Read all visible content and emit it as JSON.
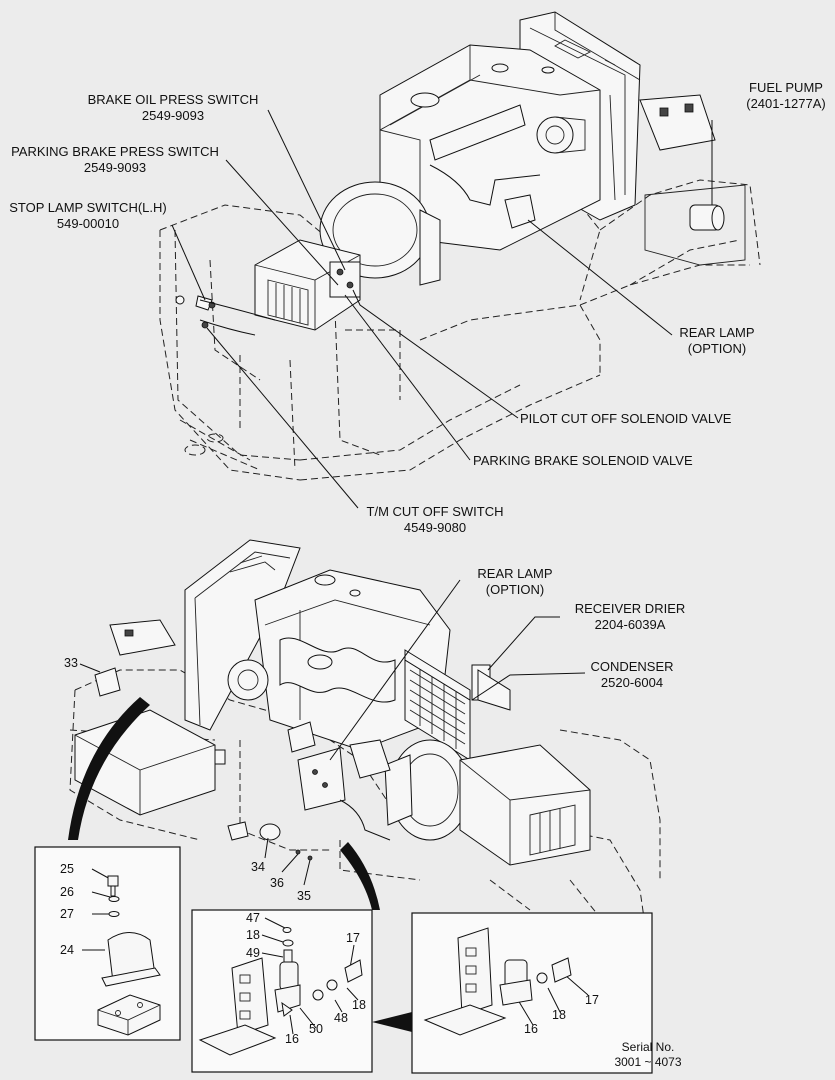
{
  "top_labels": {
    "brake_oil_press_switch": {
      "name": "BRAKE OIL PRESS SWITCH",
      "part": "2549-9093"
    },
    "parking_brake_press_switch": {
      "name": "PARKING BRAKE PRESS SWITCH",
      "part": "2549-9093"
    },
    "stop_lamp_switch": {
      "name": "STOP LAMP SWITCH(L.H)",
      "part": "549-00010"
    },
    "fuel_pump": {
      "name": "FUEL PUMP",
      "part": "(2401-1277A)"
    },
    "rear_lamp": {
      "name": "REAR LAMP",
      "part": "(OPTION)"
    },
    "pilot_cut_off": {
      "name": "PILOT CUT OFF SOLENOID VALVE"
    },
    "parking_brake_solenoid": {
      "name": "PARKING BRAKE SOLENOID VALVE"
    },
    "tm_cut_off_switch": {
      "name": "T/M CUT OFF SWITCH",
      "part": "4549-9080"
    }
  },
  "bottom_labels": {
    "rear_lamp": {
      "name": "REAR LAMP",
      "part": "(OPTION)"
    },
    "receiver_drier": {
      "name": "RECEIVER DRIER",
      "part": "2204-6039A"
    },
    "condenser": {
      "name": "CONDENSER",
      "part": "2520-6004"
    }
  },
  "callouts": {
    "c33": "33",
    "c34": "34",
    "c35": "35",
    "c36": "36",
    "c25": "25",
    "c26": "26",
    "c27": "27",
    "c24": "24",
    "c47": "47",
    "c18a": "18",
    "c49": "49",
    "c17a": "17",
    "c18b": "18",
    "c48": "48",
    "c50": "50",
    "c16a": "16",
    "c17b": "17",
    "c18c": "18",
    "c16b": "16"
  },
  "serial": {
    "title": "Serial No.",
    "range": "3001 ~ 4073"
  }
}
